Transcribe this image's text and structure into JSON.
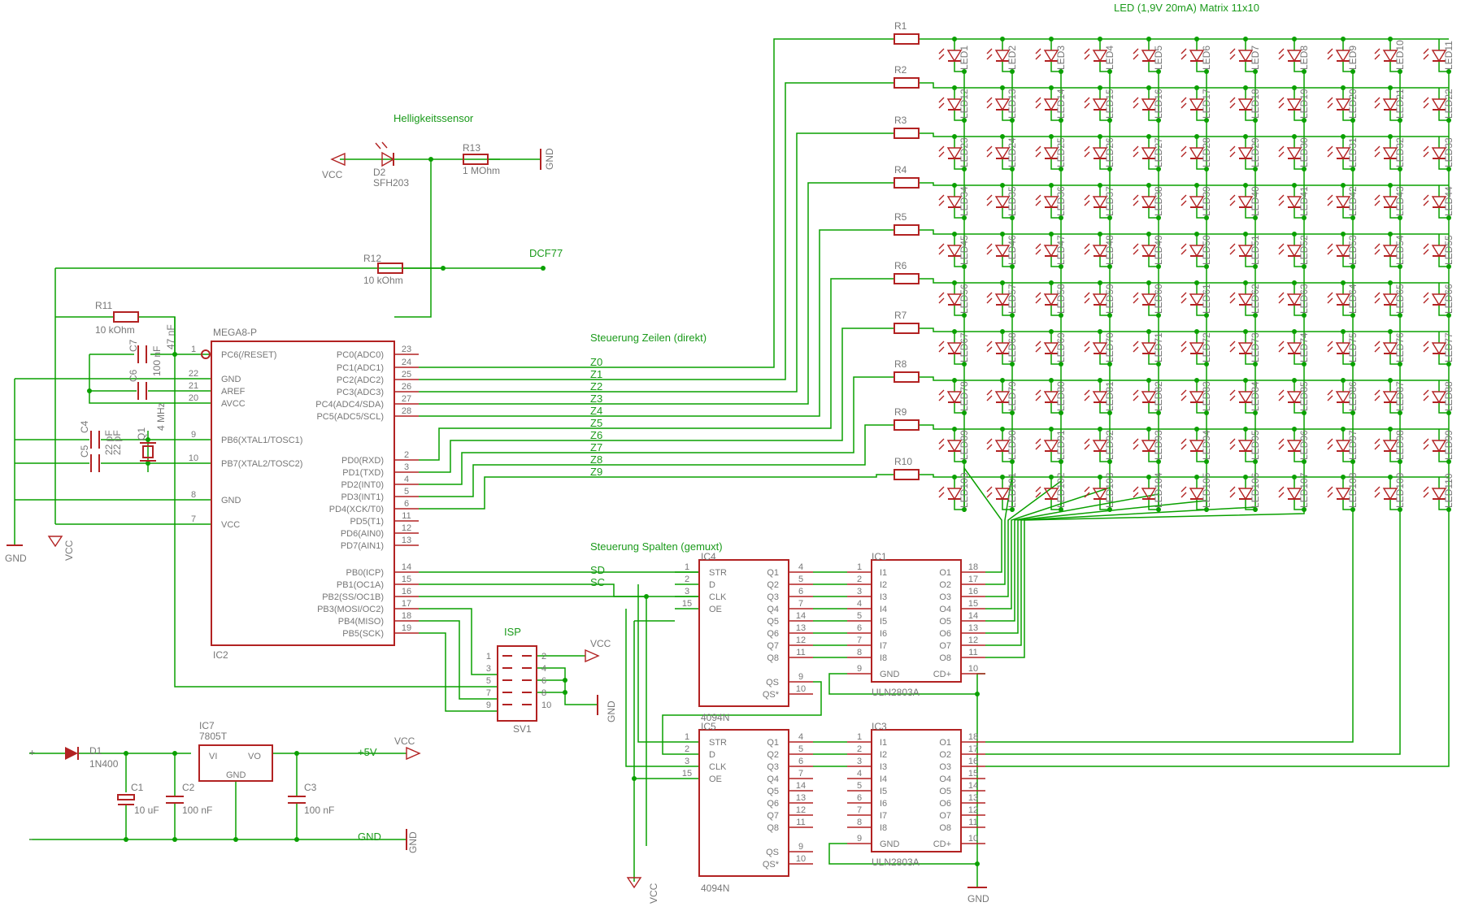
{
  "colors": {
    "wire": "#0aa000",
    "symbol": "#b22222",
    "label": "#777777",
    "net_label": "#1a9a1a"
  },
  "titles": {
    "matrix": "LED (1,9V 20mA) Matrix 11x10",
    "sensor": "Helligkeitssensor",
    "rows": "Steuerung Zeilen (direkt)",
    "cols": "Steuerung Spalten (gemuxt)",
    "dcf": "DCF77",
    "isp": "ISP",
    "isp_part": "SV1"
  },
  "supply": {
    "vcc": "VCC",
    "gnd": "GND",
    "plus5": "+5V",
    "plus": "+",
    "minus": "-"
  },
  "parts": {
    "d2": "D2",
    "d2_val": "SFH203",
    "r13": "R13",
    "r13_val": "1 MOhm",
    "r12": "R12",
    "r12_val": "10 kOhm",
    "r11": "R11",
    "r11_val": "10 kOhm",
    "c7": "C7",
    "c7_val": "100 nF",
    "c6": "C6",
    "c6_val": "47 nF",
    "c4": "C4",
    "c4_val": "22 pF",
    "c5": "C5",
    "c5_val": "22 pF",
    "q1": "Q1",
    "q1_val": "4 MHz",
    "d1": "D1",
    "d1_val": "1N400",
    "ic7": "IC7",
    "ic7_val": "7805T",
    "ic7_vi": "VI",
    "ic7_vo": "VO",
    "ic7_gnd": "GND",
    "c1": "C1",
    "c1_val": "10 uF",
    "c2": "C2",
    "c2_val": "100 nF",
    "c3": "C3",
    "c3_val": "100 nF"
  },
  "mcu": {
    "name": "MEGA8-P",
    "ref": "IC2",
    "left_pins": [
      {
        "num": "1",
        "name": "PC6(/RESET)"
      },
      {
        "num": "22",
        "name": "GND"
      },
      {
        "num": "21",
        "name": "AREF"
      },
      {
        "num": "20",
        "name": "AVCC"
      },
      {
        "num": "9",
        "name": "PB6(XTAL1/TOSC1)"
      },
      {
        "num": "10",
        "name": "PB7(XTAL2/TOSC2)"
      },
      {
        "num": "8",
        "name": "GND"
      },
      {
        "num": "7",
        "name": "VCC"
      }
    ],
    "right_pins": [
      {
        "num": "23",
        "name": "PC0(ADC0)"
      },
      {
        "num": "24",
        "name": "PC1(ADC1)"
      },
      {
        "num": "25",
        "name": "PC2(ADC2)"
      },
      {
        "num": "26",
        "name": "PC3(ADC3)"
      },
      {
        "num": "27",
        "name": "PC4(ADC4/SDA)"
      },
      {
        "num": "28",
        "name": "PC5(ADC5/SCL)"
      },
      {
        "num": "2",
        "name": "PD0(RXD)"
      },
      {
        "num": "3",
        "name": "PD1(TXD)"
      },
      {
        "num": "4",
        "name": "PD2(INT0)"
      },
      {
        "num": "5",
        "name": "PD3(INT1)"
      },
      {
        "num": "6",
        "name": "PD4(XCK/T0)"
      },
      {
        "num": "11",
        "name": "PD5(T1)"
      },
      {
        "num": "12",
        "name": "PD6(AIN0)"
      },
      {
        "num": "13",
        "name": "PD7(AIN1)"
      },
      {
        "num": "14",
        "name": "PB0(ICP)"
      },
      {
        "num": "15",
        "name": "PB1(OC1A)"
      },
      {
        "num": "16",
        "name": "PB2(SS/OC1B)"
      },
      {
        "num": "17",
        "name": "PB3(MOSI/OC2)"
      },
      {
        "num": "18",
        "name": "PB4(MISO)"
      },
      {
        "num": "19",
        "name": "PB5(SCK)"
      }
    ]
  },
  "row_nets": [
    "Z0",
    "Z1",
    "Z2",
    "Z3",
    "Z4",
    "Z5",
    "Z6",
    "Z7",
    "Z8",
    "Z9"
  ],
  "row_resistors": [
    "R1",
    "R2",
    "R3",
    "R4",
    "R5",
    "R6",
    "R7",
    "R8",
    "R9",
    "R10"
  ],
  "serial_nets": [
    "SD",
    "SC"
  ],
  "shift_registers": [
    {
      "ref": "IC4",
      "value": "4094N"
    },
    {
      "ref": "IC5",
      "value": "4094N"
    }
  ],
  "shift_pins": {
    "left": [
      {
        "num": "1",
        "name": "STR"
      },
      {
        "num": "2",
        "name": "D"
      },
      {
        "num": "3",
        "name": "CLK"
      },
      {
        "num": "15",
        "name": "OE"
      }
    ],
    "right": [
      {
        "num": "4",
        "name": "Q1"
      },
      {
        "num": "5",
        "name": "Q2"
      },
      {
        "num": "6",
        "name": "Q3"
      },
      {
        "num": "7",
        "name": "Q4"
      },
      {
        "num": "14",
        "name": "Q5"
      },
      {
        "num": "13",
        "name": "Q6"
      },
      {
        "num": "12",
        "name": "Q7"
      },
      {
        "num": "11",
        "name": "Q8"
      }
    ],
    "qs": [
      {
        "num": "9",
        "name": "QS"
      },
      {
        "num": "10",
        "name": "QS*"
      }
    ]
  },
  "drivers": [
    {
      "ref": "IC1",
      "value": "ULN2803A"
    },
    {
      "ref": "IC3",
      "value": "ULN2803A"
    }
  ],
  "driver_pins": {
    "inputs": [
      {
        "num": "1",
        "name": "I1"
      },
      {
        "num": "2",
        "name": "I2"
      },
      {
        "num": "3",
        "name": "I3"
      },
      {
        "num": "4",
        "name": "I4"
      },
      {
        "num": "5",
        "name": "I5"
      },
      {
        "num": "6",
        "name": "I6"
      },
      {
        "num": "7",
        "name": "I7"
      },
      {
        "num": "8",
        "name": "I8"
      }
    ],
    "outputs": [
      {
        "num": "18",
        "name": "O1"
      },
      {
        "num": "17",
        "name": "O2"
      },
      {
        "num": "16",
        "name": "O3"
      },
      {
        "num": "15",
        "name": "O4"
      },
      {
        "num": "14",
        "name": "O5"
      },
      {
        "num": "13",
        "name": "O6"
      },
      {
        "num": "12",
        "name": "O7"
      },
      {
        "num": "11",
        "name": "O8"
      }
    ],
    "gnd": {
      "num": "9",
      "name": "GND"
    },
    "cd": {
      "num": "10",
      "name": "CD+"
    }
  },
  "isp_pins": [
    "1",
    "2",
    "3",
    "4",
    "5",
    "6",
    "7",
    "8",
    "9",
    "10"
  ],
  "leds": [
    "LED1",
    "LED2",
    "LED3",
    "LED4",
    "LED5",
    "LED6",
    "LED7",
    "LED8",
    "LED9",
    "LED10",
    "LED11",
    "LED12",
    "LED13",
    "LED14",
    "LED15",
    "LED16",
    "LED17",
    "LED18",
    "LED19",
    "LED20",
    "LED21",
    "LED22",
    "LED23",
    "LED24",
    "LED25",
    "LED26",
    "LED27",
    "LED28",
    "LED29",
    "LED30",
    "LED31",
    "LED32",
    "LED33",
    "LED34",
    "LED35",
    "LED36",
    "LED37",
    "LED38",
    "LED39",
    "LED40",
    "LED41",
    "LED42",
    "LED43",
    "LED44",
    "LED45",
    "LED46",
    "LED47",
    "LED48",
    "LED49",
    "LED50",
    "LED51",
    "LED52",
    "LED53",
    "LED54",
    "LED55",
    "LED56",
    "LED57",
    "LED58",
    "LED59",
    "LED60",
    "LED61",
    "LED62",
    "LED63",
    "LED64",
    "LED65",
    "LED66",
    "LED67",
    "LED68",
    "LED69",
    "LED70",
    "LED71",
    "LED72",
    "LED73",
    "LED74",
    "LED75",
    "LED76",
    "LED77",
    "LED78",
    "LED79",
    "LED80",
    "LED81",
    "LED82",
    "LED83",
    "LED84",
    "LED85",
    "LED86",
    "LED87",
    "LED88",
    "LED89",
    "LED90",
    "LED91",
    "LED92",
    "LED93",
    "LED94",
    "LED95",
    "LED96",
    "LED97",
    "LED98",
    "LED99",
    "LED100",
    "LED101",
    "LED102",
    "LED103",
    "LED104",
    "LED105",
    "LED106",
    "LED107",
    "LED108",
    "LED109",
    "LED110"
  ]
}
